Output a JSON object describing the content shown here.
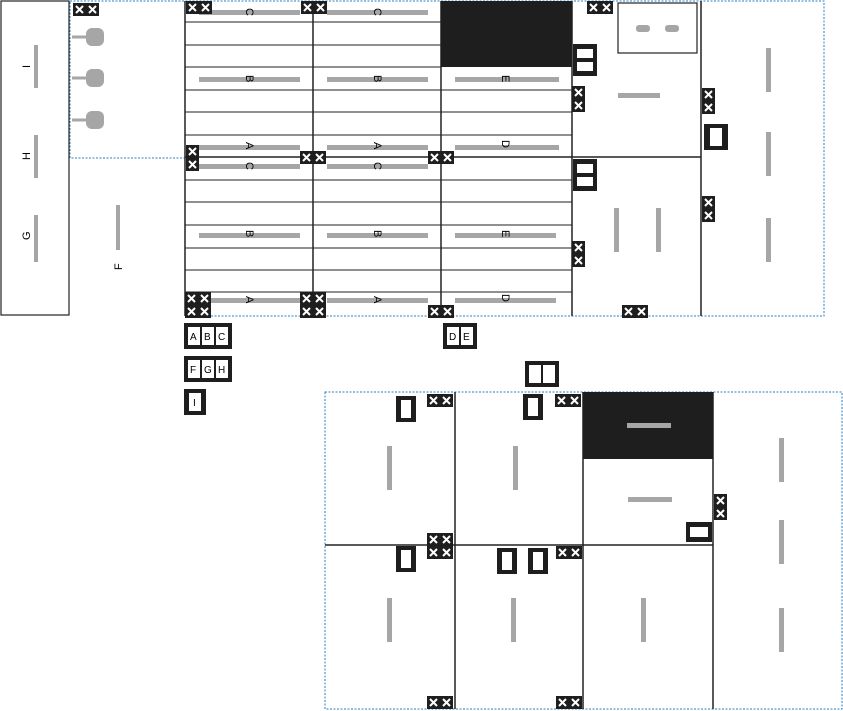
{
  "labels": {
    "left_panel": [
      "I",
      "H",
      "G"
    ],
    "f_label": "F",
    "section_top_row": [
      "C",
      "C"
    ],
    "section_b": "B",
    "section_a": "A",
    "section_c": "C",
    "section_e": "E",
    "section_d": "D"
  },
  "legend": {
    "group1": [
      "A",
      "B",
      "C"
    ],
    "group2": [
      "F",
      "G",
      "H"
    ],
    "group3": [
      "I"
    ],
    "group4": [
      "D",
      "E"
    ]
  },
  "colors": {
    "wall": "#222222",
    "boundary": "#2a7fc1",
    "fixture": "#a6a6a6",
    "fill": "#1e1e1e"
  },
  "icons": {
    "marker": "x-marker-icon",
    "door": "door-icon",
    "circle": "pin-icon"
  }
}
